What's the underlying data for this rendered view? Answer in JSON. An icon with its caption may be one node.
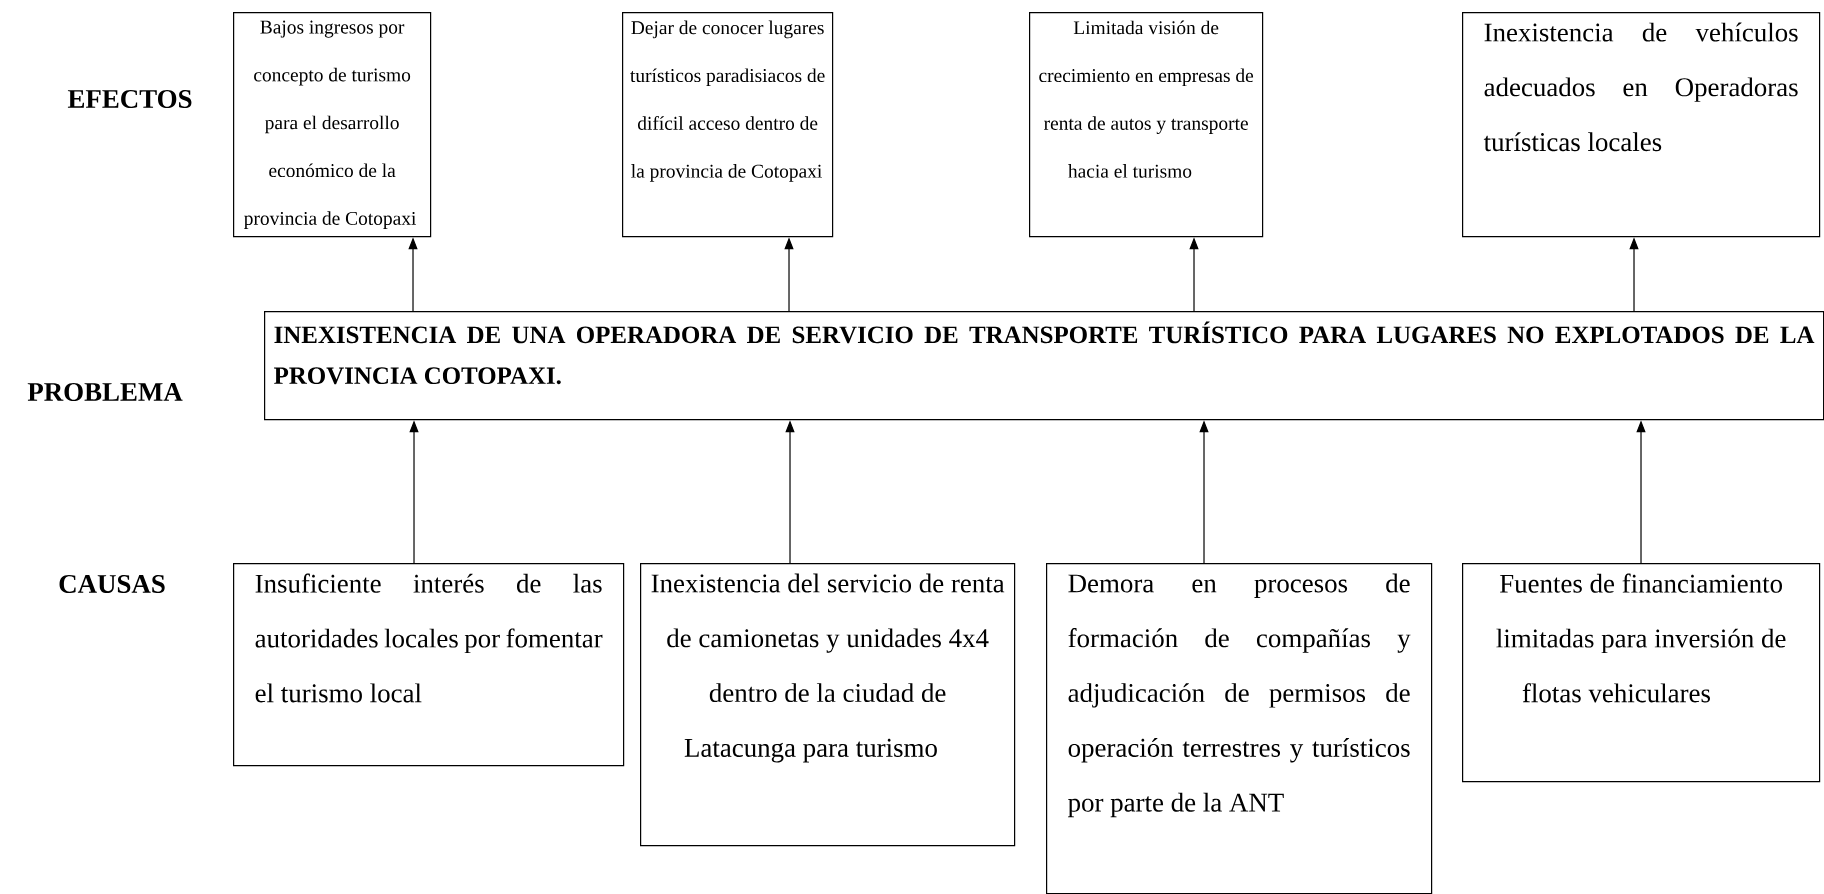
{
  "diagram": {
    "nodes": [
      {
        "text": [
          "Bajos ingresos por concepto de turismo para el desarrollo económico de la provincia de Cotopaxi"
        ]
      },
      {
        "text": [
          "Dejar de conocer lugares turísticos paradisiacos de difícil acceso dentro de la provincia de Cotopaxi"
        ]
      },
      {
        "text": [
          "Limitada visión de crecimiento en empresas de renta de autos y transporte hacia el turismo"
        ]
      },
      {
        "text": [
          "Inexistencia de vehículos adecuados en Operadoras turísticas locales"
        ]
      },
      {
        "text": [
          "INEXISTENCIA DE UNA OPERADORA DE SERVICIO DE TRANSPORTE TURÍSTICO PARA LUGARES NO EXPLOTADOS DE LA PROVINCIA COTOPAXI."
        ]
      },
      {
        "text": [
          "Insuficiente interés de las autoridades locales por fomentar el turismo local"
        ]
      },
      {
        "text": [
          "Inexistencia del servicio de renta de camionetas y unidades 4x4 dentro de la ciudad de Latacunga para turismo"
        ]
      },
      {
        "text": [
          "Demora en procesos de formación de compañías y adjudicación de permisos de operación terrestres y turísticos por parte de la ANT"
        ]
      },
      {
        "text": [
          "Fuentes de financiamiento limitadas para inversión de flotas vehiculares"
        ]
      }
    ],
    "edges": [
      {
        "from": 4,
        "to": 0,
        "arrow": "to"
      },
      {
        "from": 4,
        "to": 1,
        "arrow": "to"
      },
      {
        "from": 4,
        "to": 2,
        "arrow": "to"
      },
      {
        "from": 4,
        "to": 3,
        "arrow": "to"
      },
      {
        "from": 5,
        "to": 4,
        "arrow": "to"
      },
      {
        "from": 6,
        "to": 4,
        "arrow": "to"
      },
      {
        "from": 7,
        "to": 4,
        "arrow": "to"
      },
      {
        "from": 8,
        "to": 4,
        "arrow": "to"
      }
    ],
    "labels": [
      "EFECTOS",
      "PROBLEMA",
      "CAUSAS"
    ]
  }
}
